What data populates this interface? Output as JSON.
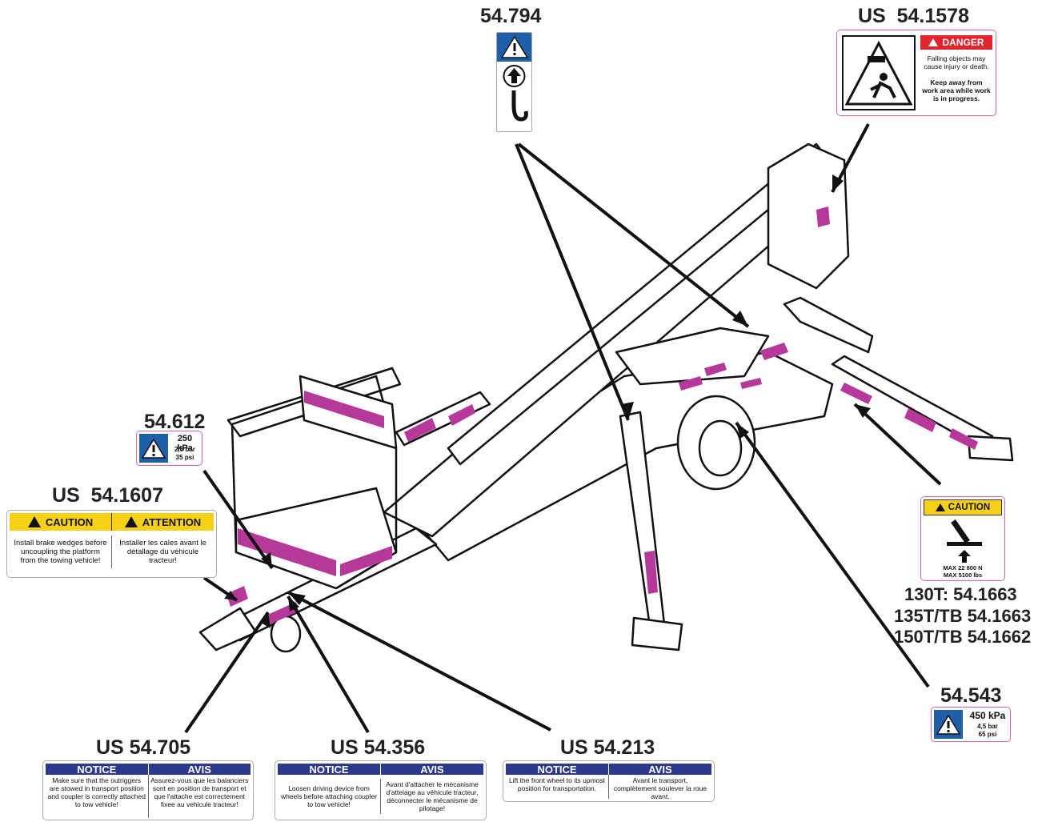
{
  "labels": {
    "top_hook": "54.794",
    "top_danger": "US  54.1578",
    "platform_pressure": "54.612",
    "caution_platform": "US  54.1607",
    "models_line1": "130T: 54.1663",
    "models_line2": "135T/TB 54.1663",
    "models_line3": "150T/TB 54.1662",
    "wheel_pressure": "54.543",
    "bottom_705": "US 54.705",
    "bottom_356": "US 54.356",
    "bottom_213": "US 54.213"
  },
  "decals": {
    "danger": {
      "header": "DANGER",
      "line1": "Falling objects may cause injury or death.",
      "line2": "Keep away from work area while work is in progress."
    },
    "pressure_250": {
      "kpa": "250 kPa",
      "bar": "2,5 bar",
      "psi": "35 psi"
    },
    "pressure_450": {
      "kpa": "450 kPa",
      "bar": "4,5 bar",
      "psi": "65 psi"
    },
    "caution_1607": {
      "left_header": "CAUTION",
      "right_header": "ATTENTION",
      "left_text": "Install brake wedges before uncoupling the platform from the towing vehicle!",
      "right_text": "Installer les cales avant le détallage du véhicule tracteur!"
    },
    "caution_outrigger": {
      "header": "CAUTION",
      "max_n": "MAX 22 800 N",
      "max_lbs": "MAX 5100 lbs"
    },
    "notice_705": {
      "left_header": "NOTICE",
      "right_header": "AVIS",
      "left_text": "Make sure that the outriggers are stowed in transport position and coupler is correctly attached to tow vehicle!",
      "right_text": "Assurez-vous que les balanciers sont en position de transport et que l'attache est correctement fixee au vehicule tracteur!"
    },
    "notice_356": {
      "left_header": "NOTICE",
      "right_header": "AVIS",
      "left_text": "Loosen driving device from wheels before attaching coupler to tow vehicle!",
      "right_text": "Avant d'attacher le mécanisme d'attelage au véhicule tracteur, déconnecter le mécanisme de pilotage!"
    },
    "notice_213": {
      "left_header": "NOTICE",
      "right_header": "AVIS",
      "left_text": "Lift the front wheel to its upmost position for transportation.",
      "right_text": "Avant le transport, complètement soulever la roue avant."
    }
  },
  "colors": {
    "magenta_stripe": "#b5389a",
    "caution_yellow": "#f7d117",
    "notice_navy": "#2d3a8c",
    "danger_red": "#e0242b",
    "sign_blue": "#1f5faa"
  }
}
